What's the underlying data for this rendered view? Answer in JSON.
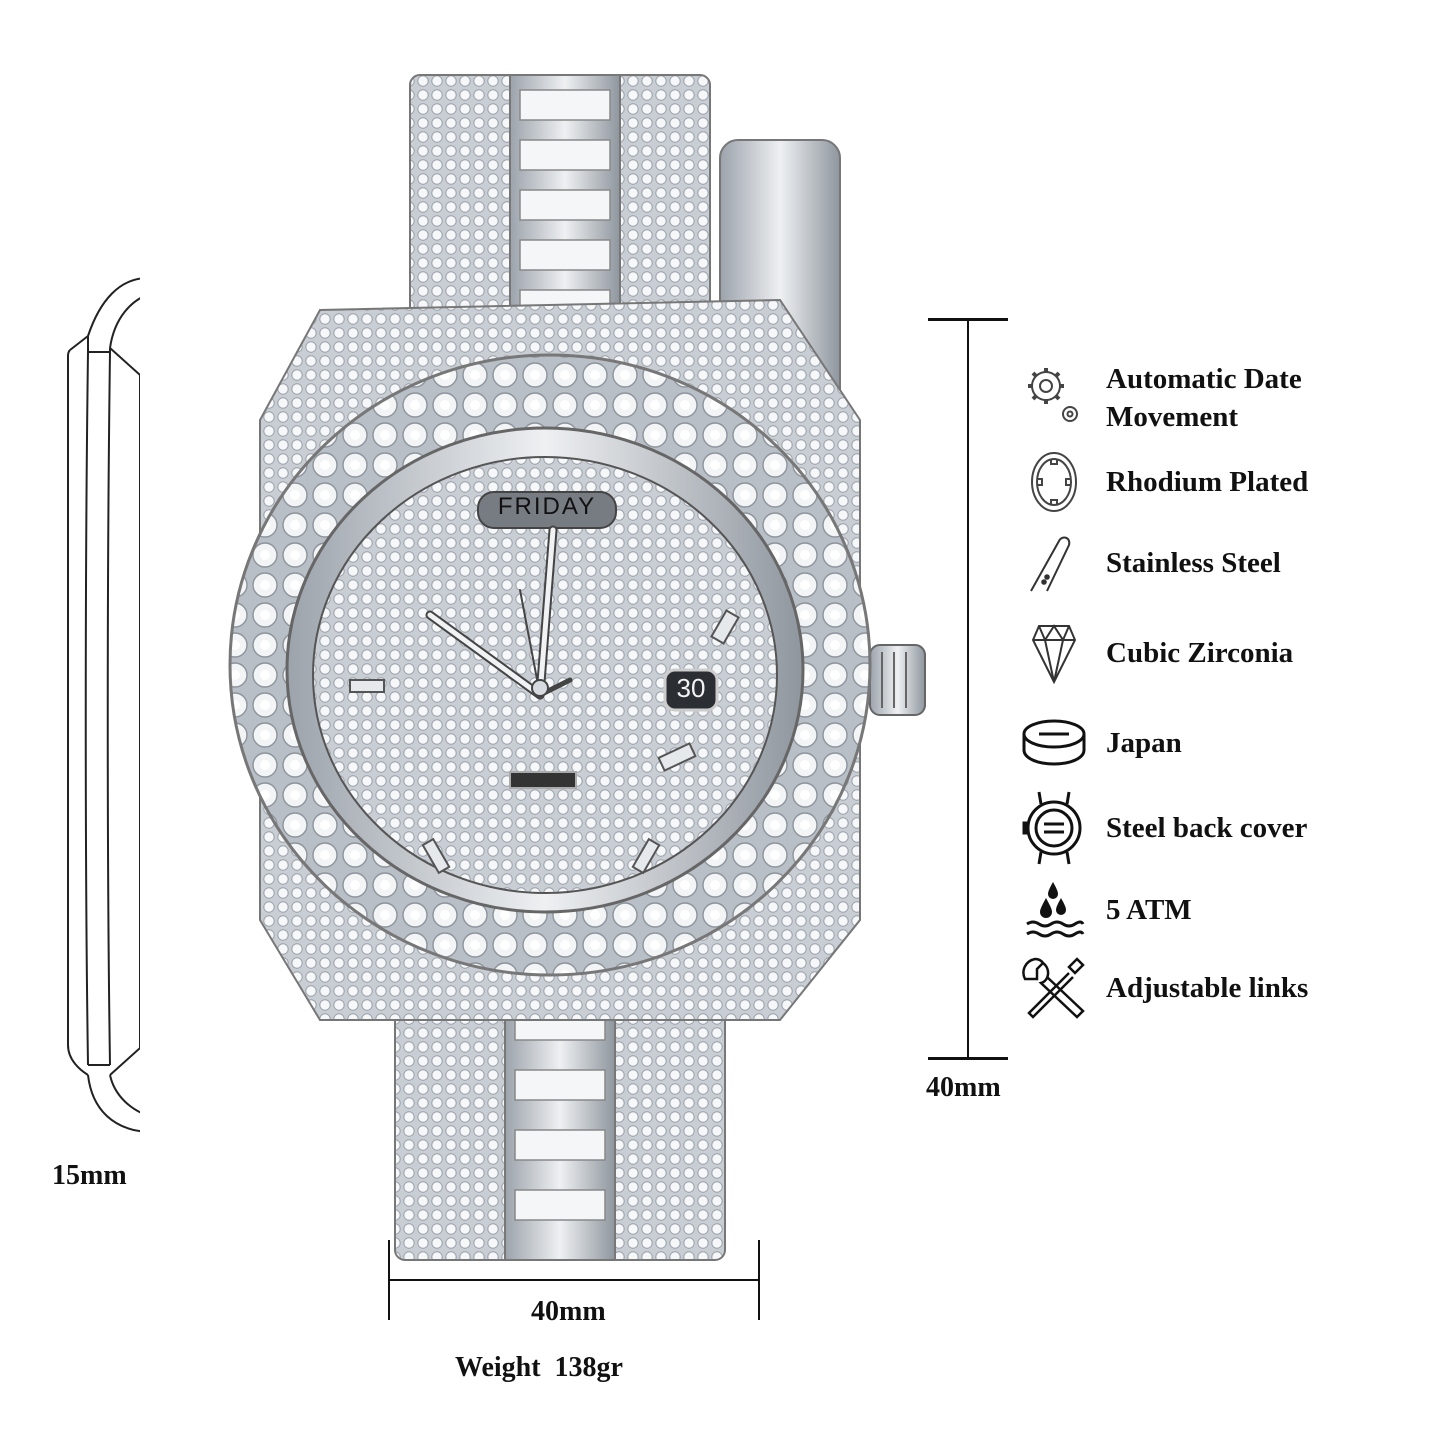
{
  "side_profile": {
    "thickness_label": "15mm"
  },
  "watch": {
    "day_window": "FRIDAY",
    "date_window": "30",
    "material_colors": {
      "metal": "#d9dde2",
      "metal_dark": "#8a9099",
      "stone": "#f4f6f8"
    }
  },
  "dimensions": {
    "height_label": "40mm",
    "width_label": "40mm",
    "weight_label": "Weight  138gr"
  },
  "features": [
    {
      "icon": "gears-icon",
      "label_line1": "Automatic Date",
      "label_line2": "Movement"
    },
    {
      "icon": "rhodium-ring-icon",
      "label_line1": "Rhodium Plated"
    },
    {
      "icon": "steel-bar-icon",
      "label_line1": "Stainless Steel"
    },
    {
      "icon": "diamond-icon",
      "label_line1": "Cubic Zirconia"
    },
    {
      "icon": "battery-disc-icon",
      "label_line1": "Japan"
    },
    {
      "icon": "watch-back-icon",
      "label_line1": "Steel back cover"
    },
    {
      "icon": "water-drops-icon",
      "label_line1": "5 ATM"
    },
    {
      "icon": "tools-icon",
      "label_line1": "Adjustable links"
    }
  ]
}
